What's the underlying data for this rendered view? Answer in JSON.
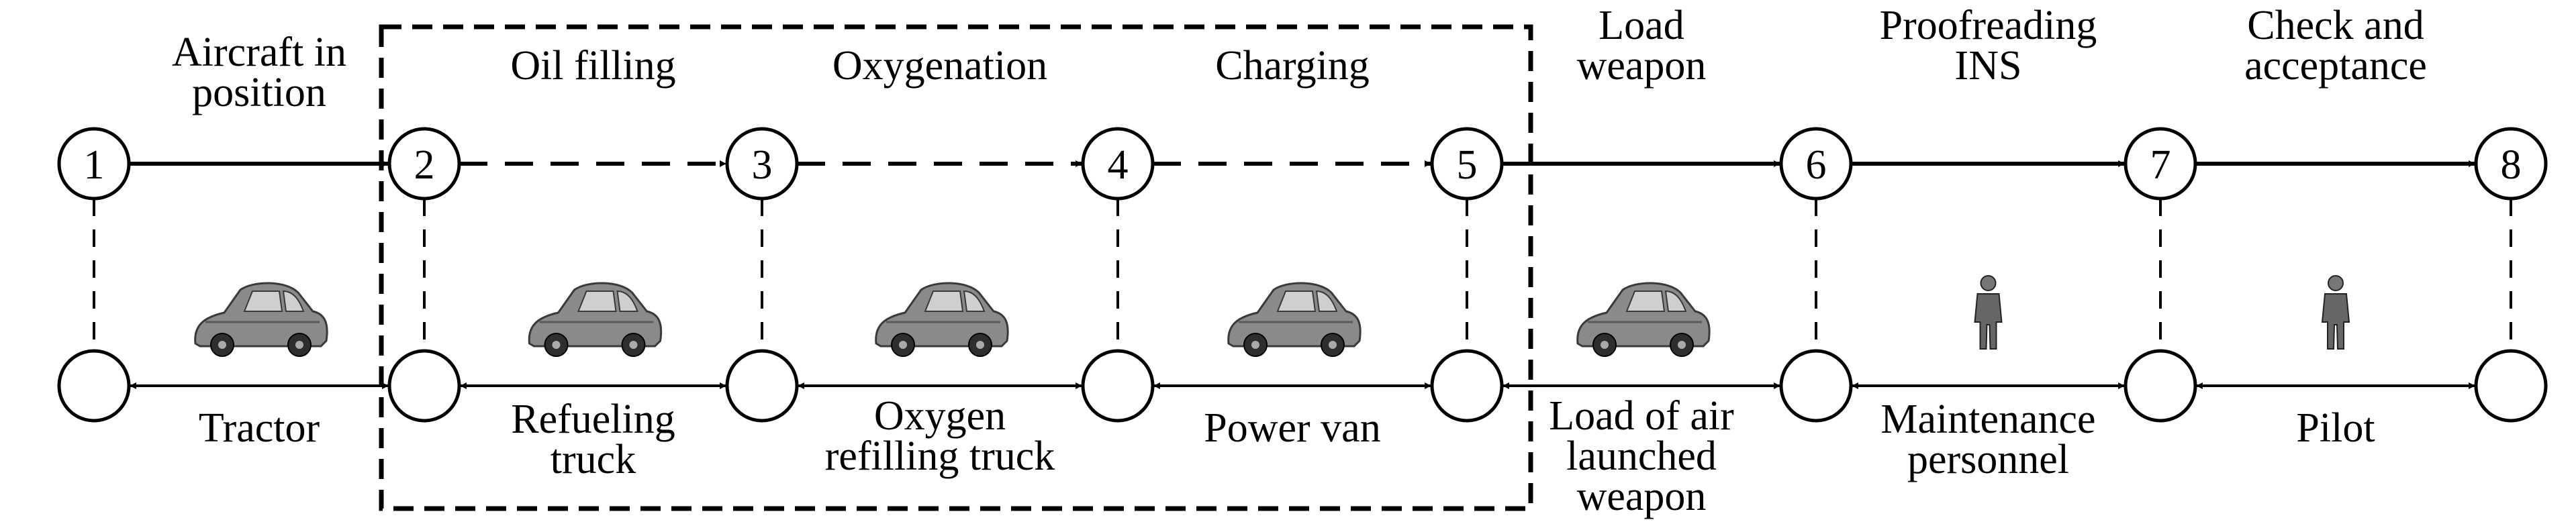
{
  "nodes": [
    "1",
    "2",
    "3",
    "4",
    "5",
    "6",
    "7",
    "8"
  ],
  "steps": [
    {
      "label": [
        "Aircraft in",
        "position"
      ],
      "style": "solid"
    },
    {
      "label": [
        "Oil filling"
      ],
      "style": "dashed"
    },
    {
      "label": [
        "Oxygenation"
      ],
      "style": "dashed"
    },
    {
      "label": [
        "Charging"
      ],
      "style": "dashed"
    },
    {
      "label": [
        "Load",
        "weapon"
      ],
      "style": "solid"
    },
    {
      "label": [
        "Proofreading",
        "INS"
      ],
      "style": "solid"
    },
    {
      "label": [
        "Check and",
        "acceptance"
      ],
      "style": "solid"
    }
  ],
  "resources": [
    {
      "label": [
        "Tractor"
      ],
      "icon": "car-icon"
    },
    {
      "label": [
        "Refueling",
        "truck"
      ],
      "icon": "car-icon"
    },
    {
      "label": [
        "Oxygen",
        "refilling truck"
      ],
      "icon": "car-icon"
    },
    {
      "label": [
        "Power van"
      ],
      "icon": "car-icon"
    },
    {
      "label": [
        "Load of air",
        "launched",
        "weapon"
      ],
      "icon": "car-icon"
    },
    {
      "label": [
        "Maintenance",
        "personnel"
      ],
      "icon": "person-icon"
    },
    {
      "label": [
        "Pilot"
      ],
      "icon": "person-icon"
    }
  ],
  "group_box": {
    "from_node": "2",
    "to_node": "5",
    "style": "dashed"
  }
}
